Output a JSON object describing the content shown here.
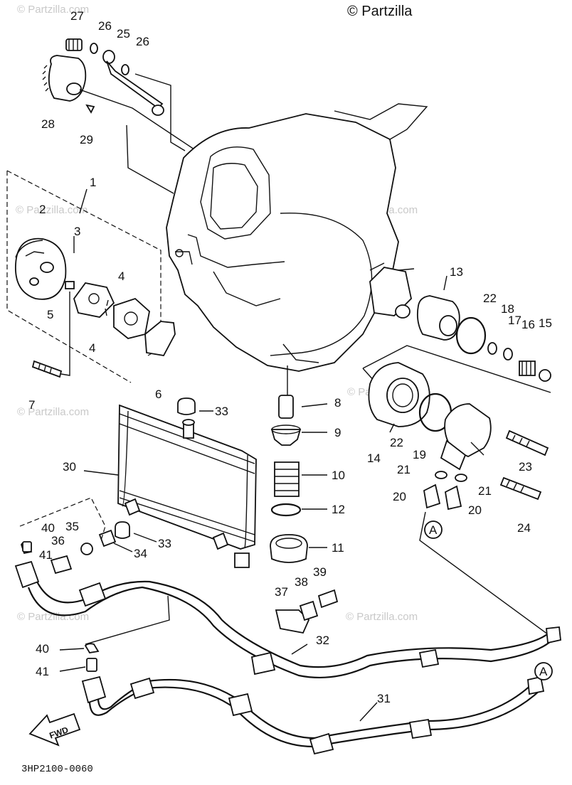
{
  "copyright": "© Partzilla",
  "watermark": "© Partzilla.com",
  "diagram_code": "3HP2100-0060",
  "fwd_label": "FWD",
  "callouts": {
    "c1": "1",
    "c2": "2",
    "c3": "3",
    "c4a": "4",
    "c4b": "4",
    "c5": "5",
    "c6": "6",
    "c7": "7",
    "c8": "8",
    "c9": "9",
    "c10": "10",
    "c11": "11",
    "c12": "12",
    "c13": "13",
    "c14": "14",
    "c15": "15",
    "c16": "16",
    "c17": "17",
    "c18": "18",
    "c19": "19",
    "c20a": "20",
    "c20b": "20",
    "c21a": "21",
    "c21b": "21",
    "c22a": "22",
    "c22b": "22",
    "c23": "23",
    "c24": "24",
    "c25": "25",
    "c26a": "26",
    "c26b": "26",
    "c27": "27",
    "c28": "28",
    "c29": "29",
    "c30": "30",
    "c31": "31",
    "c32": "32",
    "c33a": "33",
    "c33b": "33",
    "c34": "34",
    "c35": "35",
    "c36": "36",
    "c37": "37",
    "c38": "38",
    "c39": "39",
    "c40a": "40",
    "c40b": "40",
    "c41a": "41",
    "c41b": "41",
    "markA1": "A",
    "markA2": "A"
  }
}
